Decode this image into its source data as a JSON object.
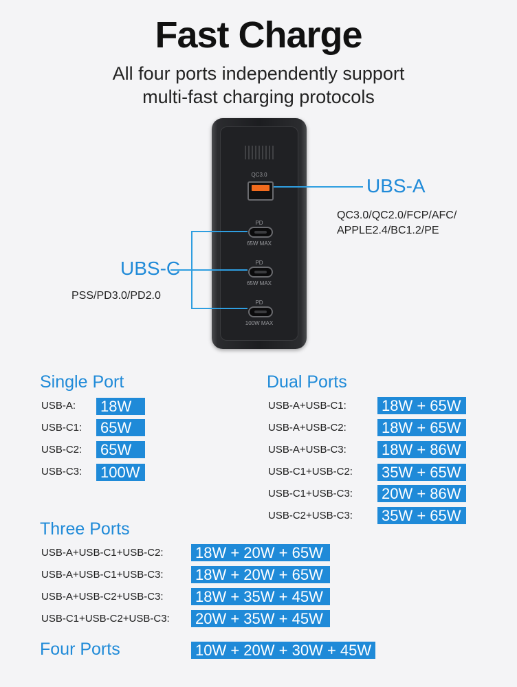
{
  "header": {
    "title": "Fast Charge",
    "subtitle_line1": "All four ports independently support",
    "subtitle_line2": "multi-fast charging protocols"
  },
  "charger": {
    "qc_label": "QC3.0",
    "ports": [
      {
        "label": "PD",
        "max": "65W MAX"
      },
      {
        "label": "PD",
        "max": "65W MAX"
      },
      {
        "label": "PD",
        "max": "100W MAX"
      }
    ]
  },
  "callouts": {
    "usba_title": "UBS-A",
    "usba_protocols_line1": "QC3.0/QC2.0/FCP/AFC/",
    "usba_protocols_line2": "APPLE2.4/BC1.2/PE",
    "usbc_title": "UBS-C",
    "usbc_protocols": "PSS/PD3.0/PD2.0"
  },
  "single_port": {
    "heading": "Single Port",
    "rows": [
      {
        "label": "USB-A:",
        "value": "18W"
      },
      {
        "label": "USB-C1:",
        "value": "65W"
      },
      {
        "label": "USB-C2:",
        "value": "65W"
      },
      {
        "label": "USB-C3:",
        "value": "100W"
      }
    ]
  },
  "dual_ports": {
    "heading": "Dual Ports",
    "rows": [
      {
        "label": "USB-A+USB-C1:",
        "value": "18W + 65W"
      },
      {
        "label": "USB-A+USB-C2:",
        "value": "18W + 65W"
      },
      {
        "label": "USB-A+USB-C3:",
        "value": "18W + 86W"
      },
      {
        "label": "USB-C1+USB-C2:",
        "value": "35W + 65W"
      },
      {
        "label": "USB-C1+USB-C3:",
        "value": "20W + 86W"
      },
      {
        "label": "USB-C2+USB-C3:",
        "value": "35W + 65W"
      }
    ]
  },
  "three_ports": {
    "heading": "Three Ports",
    "rows": [
      {
        "label": "USB-A+USB-C1+USB-C2:",
        "value": "18W + 20W + 65W"
      },
      {
        "label": "USB-A+USB-C1+USB-C3:",
        "value": "18W + 20W + 65W"
      },
      {
        "label": "USB-A+USB-C2+USB-C3:",
        "value": "18W + 35W + 45W"
      },
      {
        "label": "USB-C1+USB-C2+USB-C3:",
        "value": "20W + 35W + 45W"
      }
    ]
  },
  "four_ports": {
    "heading": "Four Ports",
    "value": "10W + 20W + 30W + 45W"
  },
  "colors": {
    "accent": "#1f8ad8",
    "usb_a_port": "#f26b1d"
  }
}
